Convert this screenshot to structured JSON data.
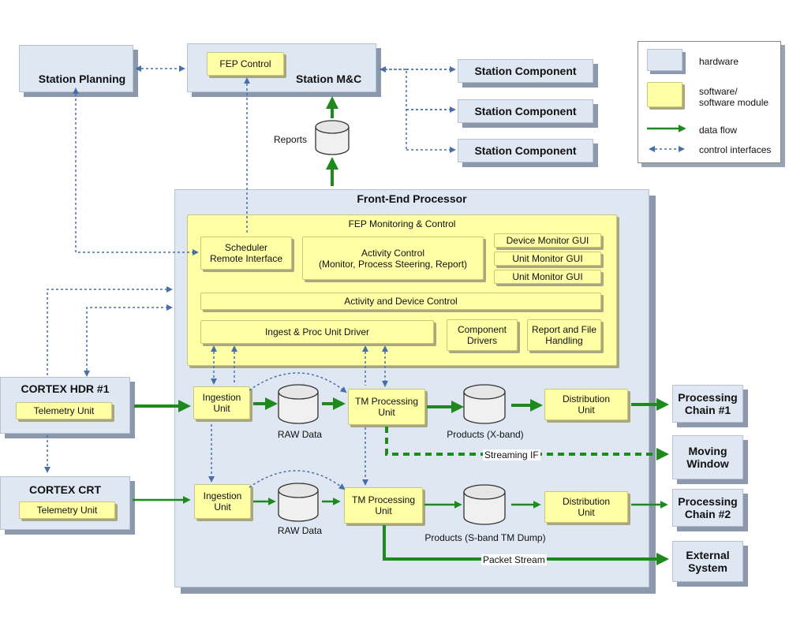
{
  "legend": {
    "hardware": "hardware",
    "software": "software/\nsoftware module",
    "data_flow": "data flow",
    "control": "control interfaces"
  },
  "top": {
    "station_planning": "Station Planning",
    "station_mc": "Station M&C",
    "fep_control": "FEP Control",
    "station_component_1": "Station Component",
    "station_component_2": "Station Component",
    "station_component_3": "Station Component",
    "reports": "Reports"
  },
  "fep": {
    "title": "Front-End Processor",
    "monitoring_title": "FEP Monitoring & Control",
    "scheduler": "Scheduler\nRemote Interface",
    "activity_control": "Activity Control\n(Monitor, Process Steering, Report)",
    "device_monitor_gui": "Device Monitor GUI",
    "unit_monitor_gui_1": "Unit Monitor GUI",
    "unit_monitor_gui_2": "Unit Monitor GUI",
    "activity_device_control": "Activity and Device Control",
    "ingest_driver": "Ingest & Proc Unit Driver",
    "component_drivers": "Component\nDrivers",
    "report_file": "Report and File\nHandling"
  },
  "chain1": {
    "source": "CORTEX HDR #1",
    "telemetry": "Telemetry Unit",
    "ingestion": "Ingestion\nUnit",
    "raw": "RAW Data",
    "tm": "TM Processing\nUnit",
    "products": "Products (X-band)",
    "distribution": "Distribution\nUnit",
    "processing_chain": "Processing\nChain #1",
    "streaming": "Streaming IF",
    "moving_window": "Moving\nWindow"
  },
  "chain2": {
    "source": "CORTEX CRT",
    "telemetry": "Telemetry Unit",
    "ingestion": "Ingestion\nUnit",
    "raw": "RAW Data",
    "tm": "TM Processing\nUnit",
    "products": "Products (S-band TM Dump)",
    "distribution": "Distribution\nUnit",
    "processing_chain": "Processing\nChain #2",
    "packet_stream": "Packet Stream",
    "external": "External\nSystem"
  },
  "colors": {
    "hardware_fill": "#dfe7f3",
    "software_fill": "#ffffa6",
    "data_flow": "#1e8a1e",
    "control": "#4a6fa8"
  }
}
